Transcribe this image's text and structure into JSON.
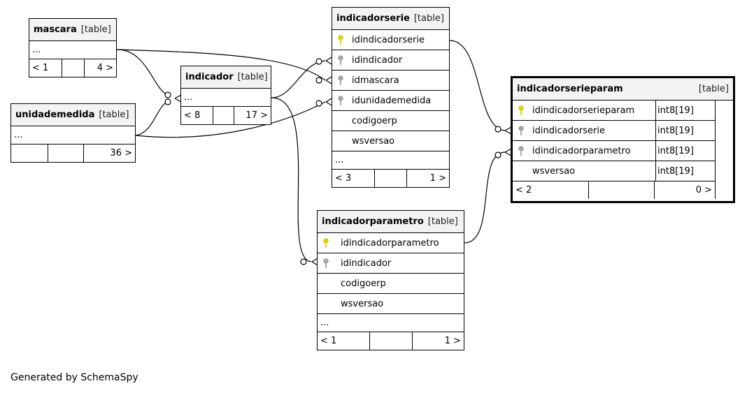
{
  "tables": {
    "mascara": {
      "name": "mascara",
      "type": "[table]",
      "ellipsis": "...",
      "footer": [
        "< 1",
        "",
        "4 >"
      ]
    },
    "unidademedida": {
      "name": "unidademedida",
      "type": "[table]",
      "ellipsis": "...",
      "footer": [
        "",
        "",
        "36 >"
      ]
    },
    "indicador": {
      "name": "indicador",
      "type": "[table]",
      "ellipsis": "...",
      "footer": [
        "< 8",
        "",
        "17 >"
      ]
    },
    "indicadorserie": {
      "name": "indicadorserie",
      "type": "[table]",
      "columns": [
        "idindicadorserie",
        "idindicador",
        "idmascara",
        "idunidademedida",
        "codigoerp",
        "wsversao"
      ],
      "ellipsis": "...",
      "footer": [
        "< 3",
        "",
        "1 >"
      ]
    },
    "indicadorparametro": {
      "name": "indicadorparametro",
      "type": "[table]",
      "columns": [
        "idindicadorparametro",
        "idindicador",
        "codigoerp",
        "wsversao"
      ],
      "ellipsis": "...",
      "footer": [
        "< 1",
        "",
        "1 >"
      ]
    },
    "indicadorserieparam": {
      "name": "indicadorserieparam",
      "type": "[table]",
      "columns": [
        {
          "name": "idindicadorserieparam",
          "type": "int8[19]"
        },
        {
          "name": "idindicadorserie",
          "type": "int8[19]"
        },
        {
          "name": "idindicadorparametro",
          "type": "int8[19]"
        },
        {
          "name": "wsversao",
          "type": "int8[19]"
        }
      ],
      "footer": [
        "< 2",
        "",
        "0 >"
      ]
    }
  },
  "colors": {
    "primary_key": "#e6d800",
    "foreign_key": "#a8a8a8",
    "header_bg": "#f3f3f3"
  },
  "footer_note": "Generated by SchemaSpy"
}
